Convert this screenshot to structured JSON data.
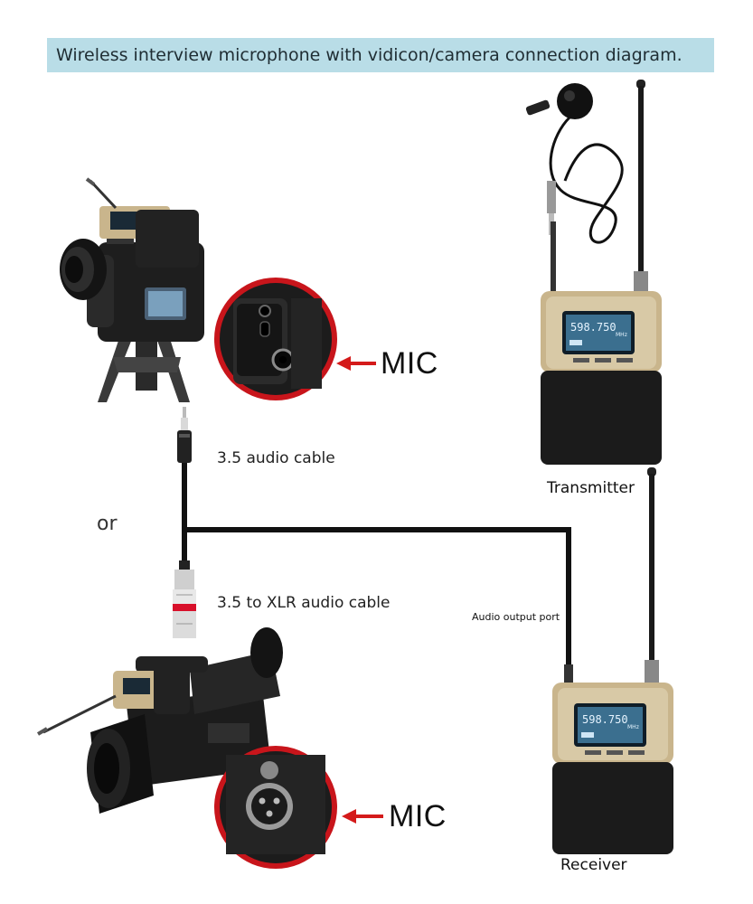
{
  "banner": {
    "title": "Wireless interview microphone with vidicon/camera connection diagram."
  },
  "labels": {
    "cable_35": "3.5 audio cable",
    "cable_xlr": "3.5 to XLR audio cable",
    "or": "or",
    "mic_top": "MIC",
    "mic_bottom": "MIC",
    "transmitter": "Transmitter",
    "receiver": "Receiver",
    "audio_output_port": "Audio output port"
  },
  "device_screen": {
    "frequency": "598.750",
    "unit": "MHz"
  },
  "icons": [
    "dslr-camera-icon",
    "camcorder-icon",
    "lavalier-microphone-icon",
    "transmitter-pack-icon",
    "receiver-pack-icon",
    "mini-jack-port-icon",
    "xlr-port-icon",
    "arrow-left-icon"
  ],
  "colors": {
    "banner_bg": "#b9dde7",
    "arrow_red": "#d41a1a",
    "port_circle_red": "#c8151b",
    "device_gold": "#c9b58c",
    "device_black": "#1b1b1b"
  }
}
